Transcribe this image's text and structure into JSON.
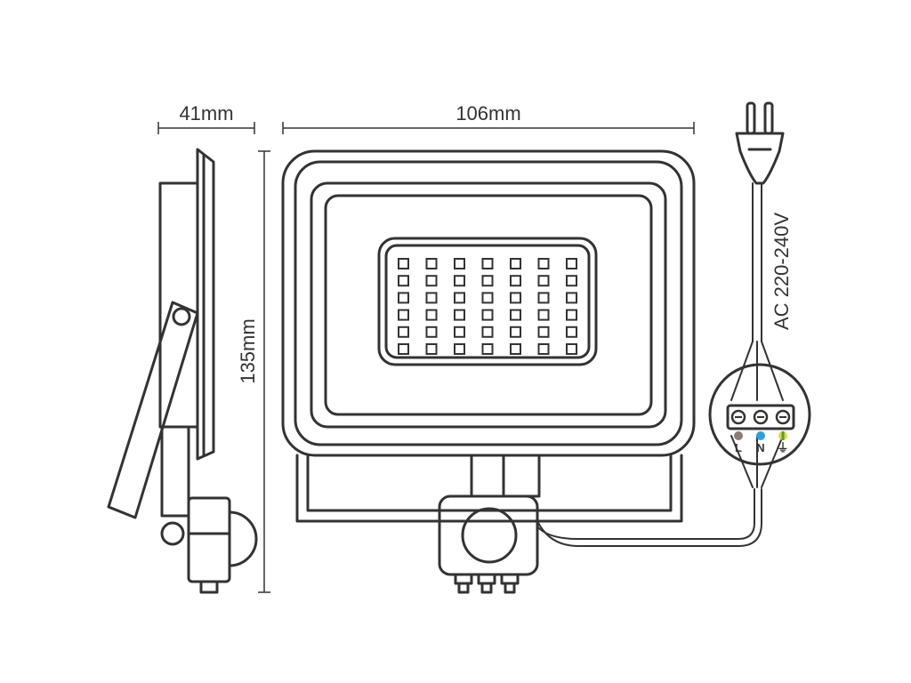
{
  "dimensions": {
    "depth": "41mm",
    "width": "106mm",
    "height": "135mm"
  },
  "supply_voltage": "AC 220-240V",
  "terminals": [
    {
      "label": "L",
      "color": "#8b7b73"
    },
    {
      "label": "N",
      "color": "#2e9fe0"
    },
    {
      "label": "⏚",
      "color": "#e8d630"
    }
  ],
  "earth_stripe_color": "#3fa34d",
  "led_grid": {
    "rows": 6,
    "cols": 7
  },
  "colors": {
    "line": "#333333",
    "background": "#ffffff"
  }
}
